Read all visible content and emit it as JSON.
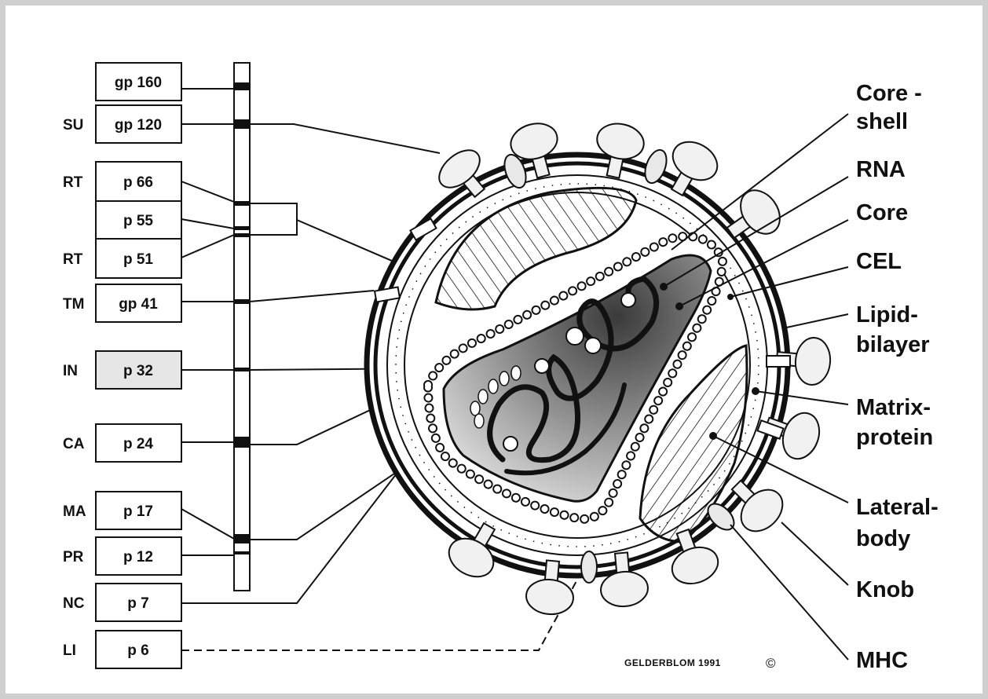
{
  "left_panel": {
    "proteins": [
      {
        "abbr": "",
        "name": "gp 160",
        "highlight": false
      },
      {
        "abbr": "SU",
        "name": "gp 120",
        "highlight": false
      },
      {
        "abbr": "RT",
        "name": "p 66",
        "highlight": false
      },
      {
        "abbr": "",
        "name": "p 55",
        "highlight": false
      },
      {
        "abbr": "RT",
        "name": "p 51",
        "highlight": false
      },
      {
        "abbr": "TM",
        "name": "gp 41",
        "highlight": false
      },
      {
        "abbr": "IN",
        "name": "p 32",
        "highlight": true
      },
      {
        "abbr": "CA",
        "name": "p 24",
        "highlight": false
      },
      {
        "abbr": "MA",
        "name": "p 17",
        "highlight": false
      },
      {
        "abbr": "PR",
        "name": "p 12",
        "highlight": false
      },
      {
        "abbr": "NC",
        "name": "p 7",
        "highlight": false
      },
      {
        "abbr": "LI",
        "name": "p 6",
        "highlight": false
      }
    ]
  },
  "right_labels": {
    "core_shell_1": "Core -",
    "core_shell_2": "shell",
    "rna": "RNA",
    "core": "Core",
    "cel": "CEL",
    "lipid_1": "Lipid-",
    "lipid_2": "bilayer",
    "matrix_1": "Matrix-",
    "matrix_2": "protein",
    "lateral_1": "Lateral-",
    "lateral_2": "body",
    "knob": "Knob",
    "mhc": "MHC"
  },
  "credit": {
    "text": "GELDERBLOM  1991",
    "symbol": "©"
  },
  "colors": {
    "ink": "#111111",
    "highlight_fill": "#e6e6e6",
    "core_fill": "#5a5a5a",
    "frame": "#cfcfcf"
  }
}
